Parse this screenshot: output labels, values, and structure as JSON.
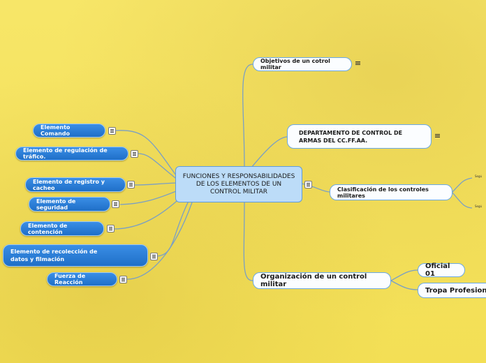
{
  "central": {
    "title": "FUNCIONES Y RESPONSABILIDADES DE LOS ELEMENTOS DE UN CONTROL MILITAR"
  },
  "left_nodes": [
    "Elemento Comando",
    "Elemento de regulación de tráfico.",
    "Elemento de registro y cacheo",
    "Elemento de seguridad",
    "Elemento de contención",
    "Elemento de recolección de datos y filmación",
    "Fuerza de Reacción"
  ],
  "right_nodes": {
    "objetivos": "Objetivos de un cotrol militar",
    "departamento": "DEPARTAMENTO DE CONTROL DE ARMAS DEL CC.FF.AA.",
    "clasificacion": "Clasificación de los controles militares",
    "clasificacion_children": [
      "Segú",
      "Segú"
    ],
    "organizacion": "Organización de un control militar",
    "organizacion_children": [
      "Oficial 01",
      "Tropa Profesional"
    ]
  },
  "icons": [
    "notes-icon"
  ],
  "colors": {
    "blue_node": "#2a7fd8",
    "line": "#7a9fc4",
    "central_fill": "#bcdcf8",
    "background": "#f5e25c"
  }
}
